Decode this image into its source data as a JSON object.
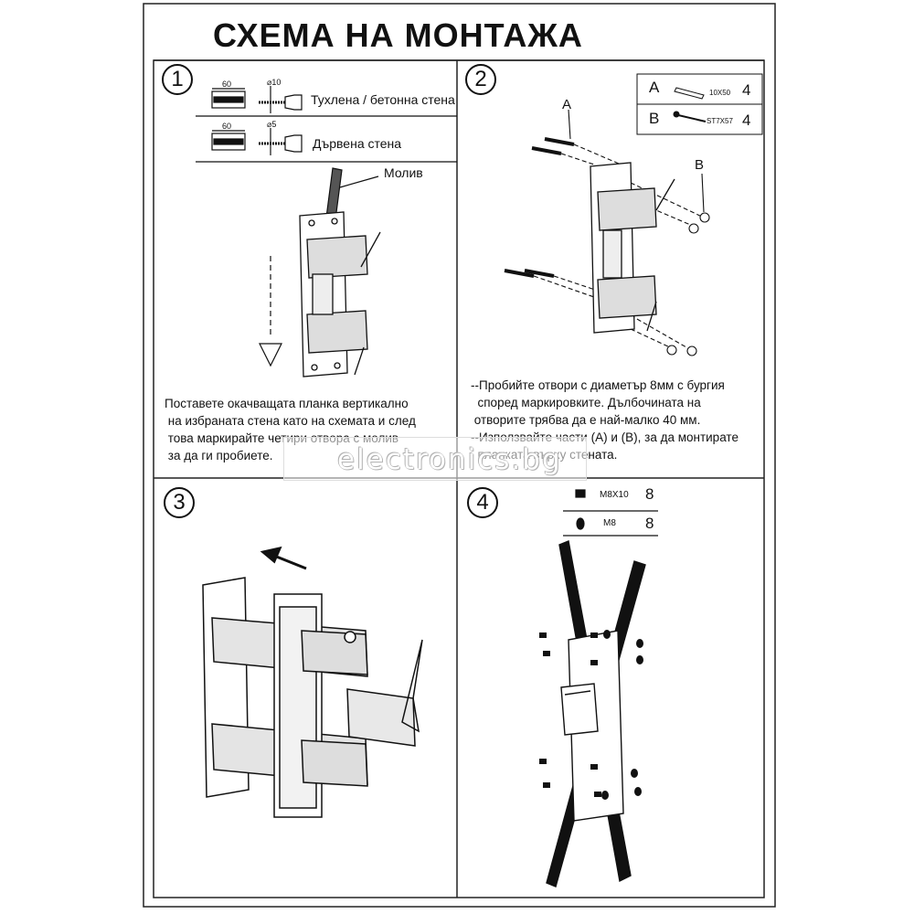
{
  "title": "СХЕМА НА МОНТАЖА",
  "steps": [
    "1",
    "2",
    "3",
    "4"
  ],
  "step1": {
    "brick_dim": "60",
    "brick_drill": "⌀10",
    "brick_label": "Тухлена / бетонна стена",
    "wood_dim": "60",
    "wood_drill": "⌀5",
    "wood_label": "Дървена стена",
    "pencil_label": "Молив",
    "caption": [
      "Поставете окачващата планка вертикално",
      " на избраната стена като на схемата и след",
      " това маркирайте четири отвора с молив",
      " за да ги пробиете."
    ]
  },
  "step2": {
    "parts": [
      {
        "letter": "A",
        "size": "10X50",
        "qty": "4"
      },
      {
        "letter": "B",
        "size": "ST7X57",
        "qty": "4"
      }
    ],
    "label_a": "A",
    "label_b": "B",
    "caption": [
      "--Пробийте отвори с диаметър 8мм с бургия",
      "  според маркировките. Дълбочината на",
      " отворите трябва да е най-малко 40 мм.",
      "--Използвайте части (A) и (B), за да монтирате",
      "  планката върху стената."
    ]
  },
  "step4": {
    "parts": [
      {
        "size": "M8X10",
        "qty": "8"
      },
      {
        "size": "M8",
        "qty": "8"
      }
    ]
  },
  "watermark": "electronics.bg"
}
